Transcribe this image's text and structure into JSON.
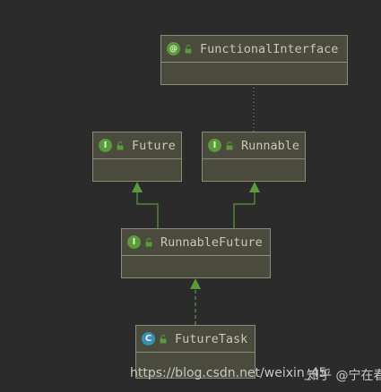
{
  "diagram": {
    "nodes": {
      "functional_interface": {
        "name": "FunctionalInterface",
        "kind": "annotation",
        "badge": "@"
      },
      "future": {
        "name": "Future",
        "kind": "interface",
        "badge": "I"
      },
      "runnable": {
        "name": "Runnable",
        "kind": "interface",
        "badge": "I"
      },
      "runnable_future": {
        "name": "RunnableFuture",
        "kind": "interface",
        "badge": "I"
      },
      "future_task": {
        "name": "FutureTask",
        "kind": "class",
        "badge": "C"
      }
    },
    "edges": [
      {
        "from": "runnable_future",
        "to": "future",
        "type": "extends"
      },
      {
        "from": "runnable_future",
        "to": "runnable",
        "type": "extends"
      },
      {
        "from": "future_task",
        "to": "runnable_future",
        "type": "implements"
      },
      {
        "from": "runnable",
        "to": "functional_interface",
        "type": "annotated-by"
      }
    ]
  },
  "colors": {
    "background": "#2b2b2b",
    "node_fill": "#4a4a3d",
    "node_border": "#8c8c7a",
    "arrow": "#5a9a3a",
    "interface_badge": "#5a9a3a",
    "class_badge": "#3a8fb4"
  },
  "watermark": {
    "url": "https://blog.csdn.net/weixin_45",
    "author": "知乎 @宁在春"
  }
}
